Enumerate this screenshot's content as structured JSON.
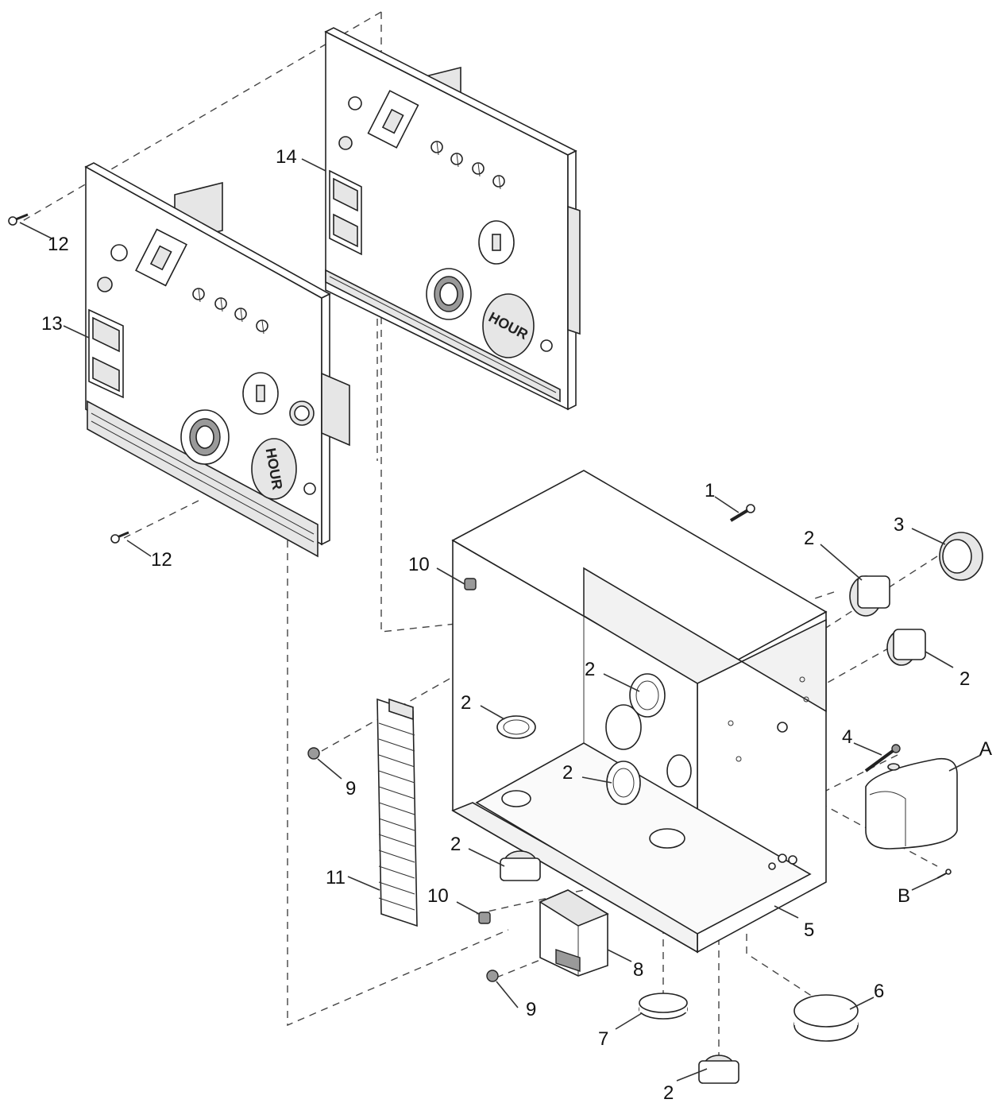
{
  "callouts": {
    "c1": "1",
    "c2a": "2",
    "c2b": "2",
    "c2c": "2",
    "c2d": "2",
    "c2e": "2",
    "c2f": "2",
    "c2g": "2",
    "c3": "3",
    "c4": "4",
    "c5": "5",
    "c6": "6",
    "c7": "7",
    "c8": "8",
    "c9a": "9",
    "c9b": "9",
    "c10a": "10",
    "c10b": "10",
    "c11": "11",
    "c12a": "12",
    "c12b": "12",
    "c13": "13",
    "c14": "14",
    "cA": "A",
    "cB": "B"
  },
  "meter_labels": {
    "front_panel_meter": "HOUR",
    "rear_panel_meter": "HOUR"
  }
}
